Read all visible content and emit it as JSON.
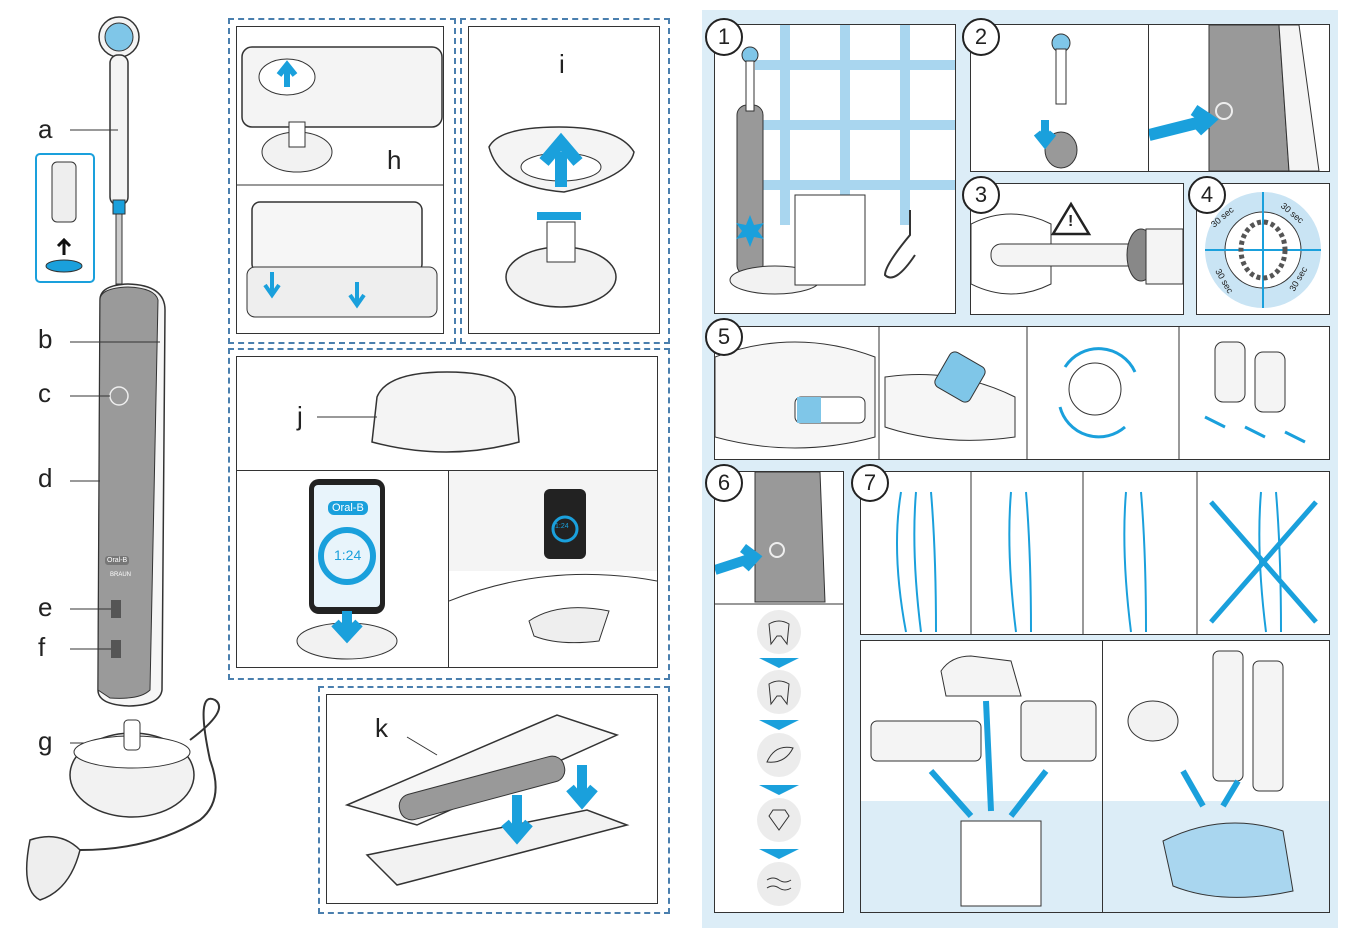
{
  "parts": {
    "a": "a",
    "b": "b",
    "c": "c",
    "d": "d",
    "e": "e",
    "f": "f",
    "g": "g",
    "h": "h",
    "i": "i",
    "j": "j",
    "k": "k"
  },
  "brand": {
    "logo": "Oral-B",
    "braun": "BRAUN"
  },
  "phone": {
    "logo": "Oral-B",
    "timer": "1:24",
    "timer_small": "1:24"
  },
  "steps": [
    "1",
    "2",
    "3",
    "4",
    "5",
    "6",
    "7"
  ],
  "timer_quadrants": [
    "30 sec",
    "30 sec",
    "30 sec",
    "30 sec"
  ],
  "warning_symbol": "!",
  "colors": {
    "accent_blue": "#1aa0dc",
    "panel_bg": "#dcedf7",
    "outline": "#333333",
    "dash": "#4a7fae"
  },
  "icons": [
    "tooth-icon",
    "tooth-plus-icon",
    "feather-icon",
    "diamond-icon",
    "waves-icon"
  ]
}
